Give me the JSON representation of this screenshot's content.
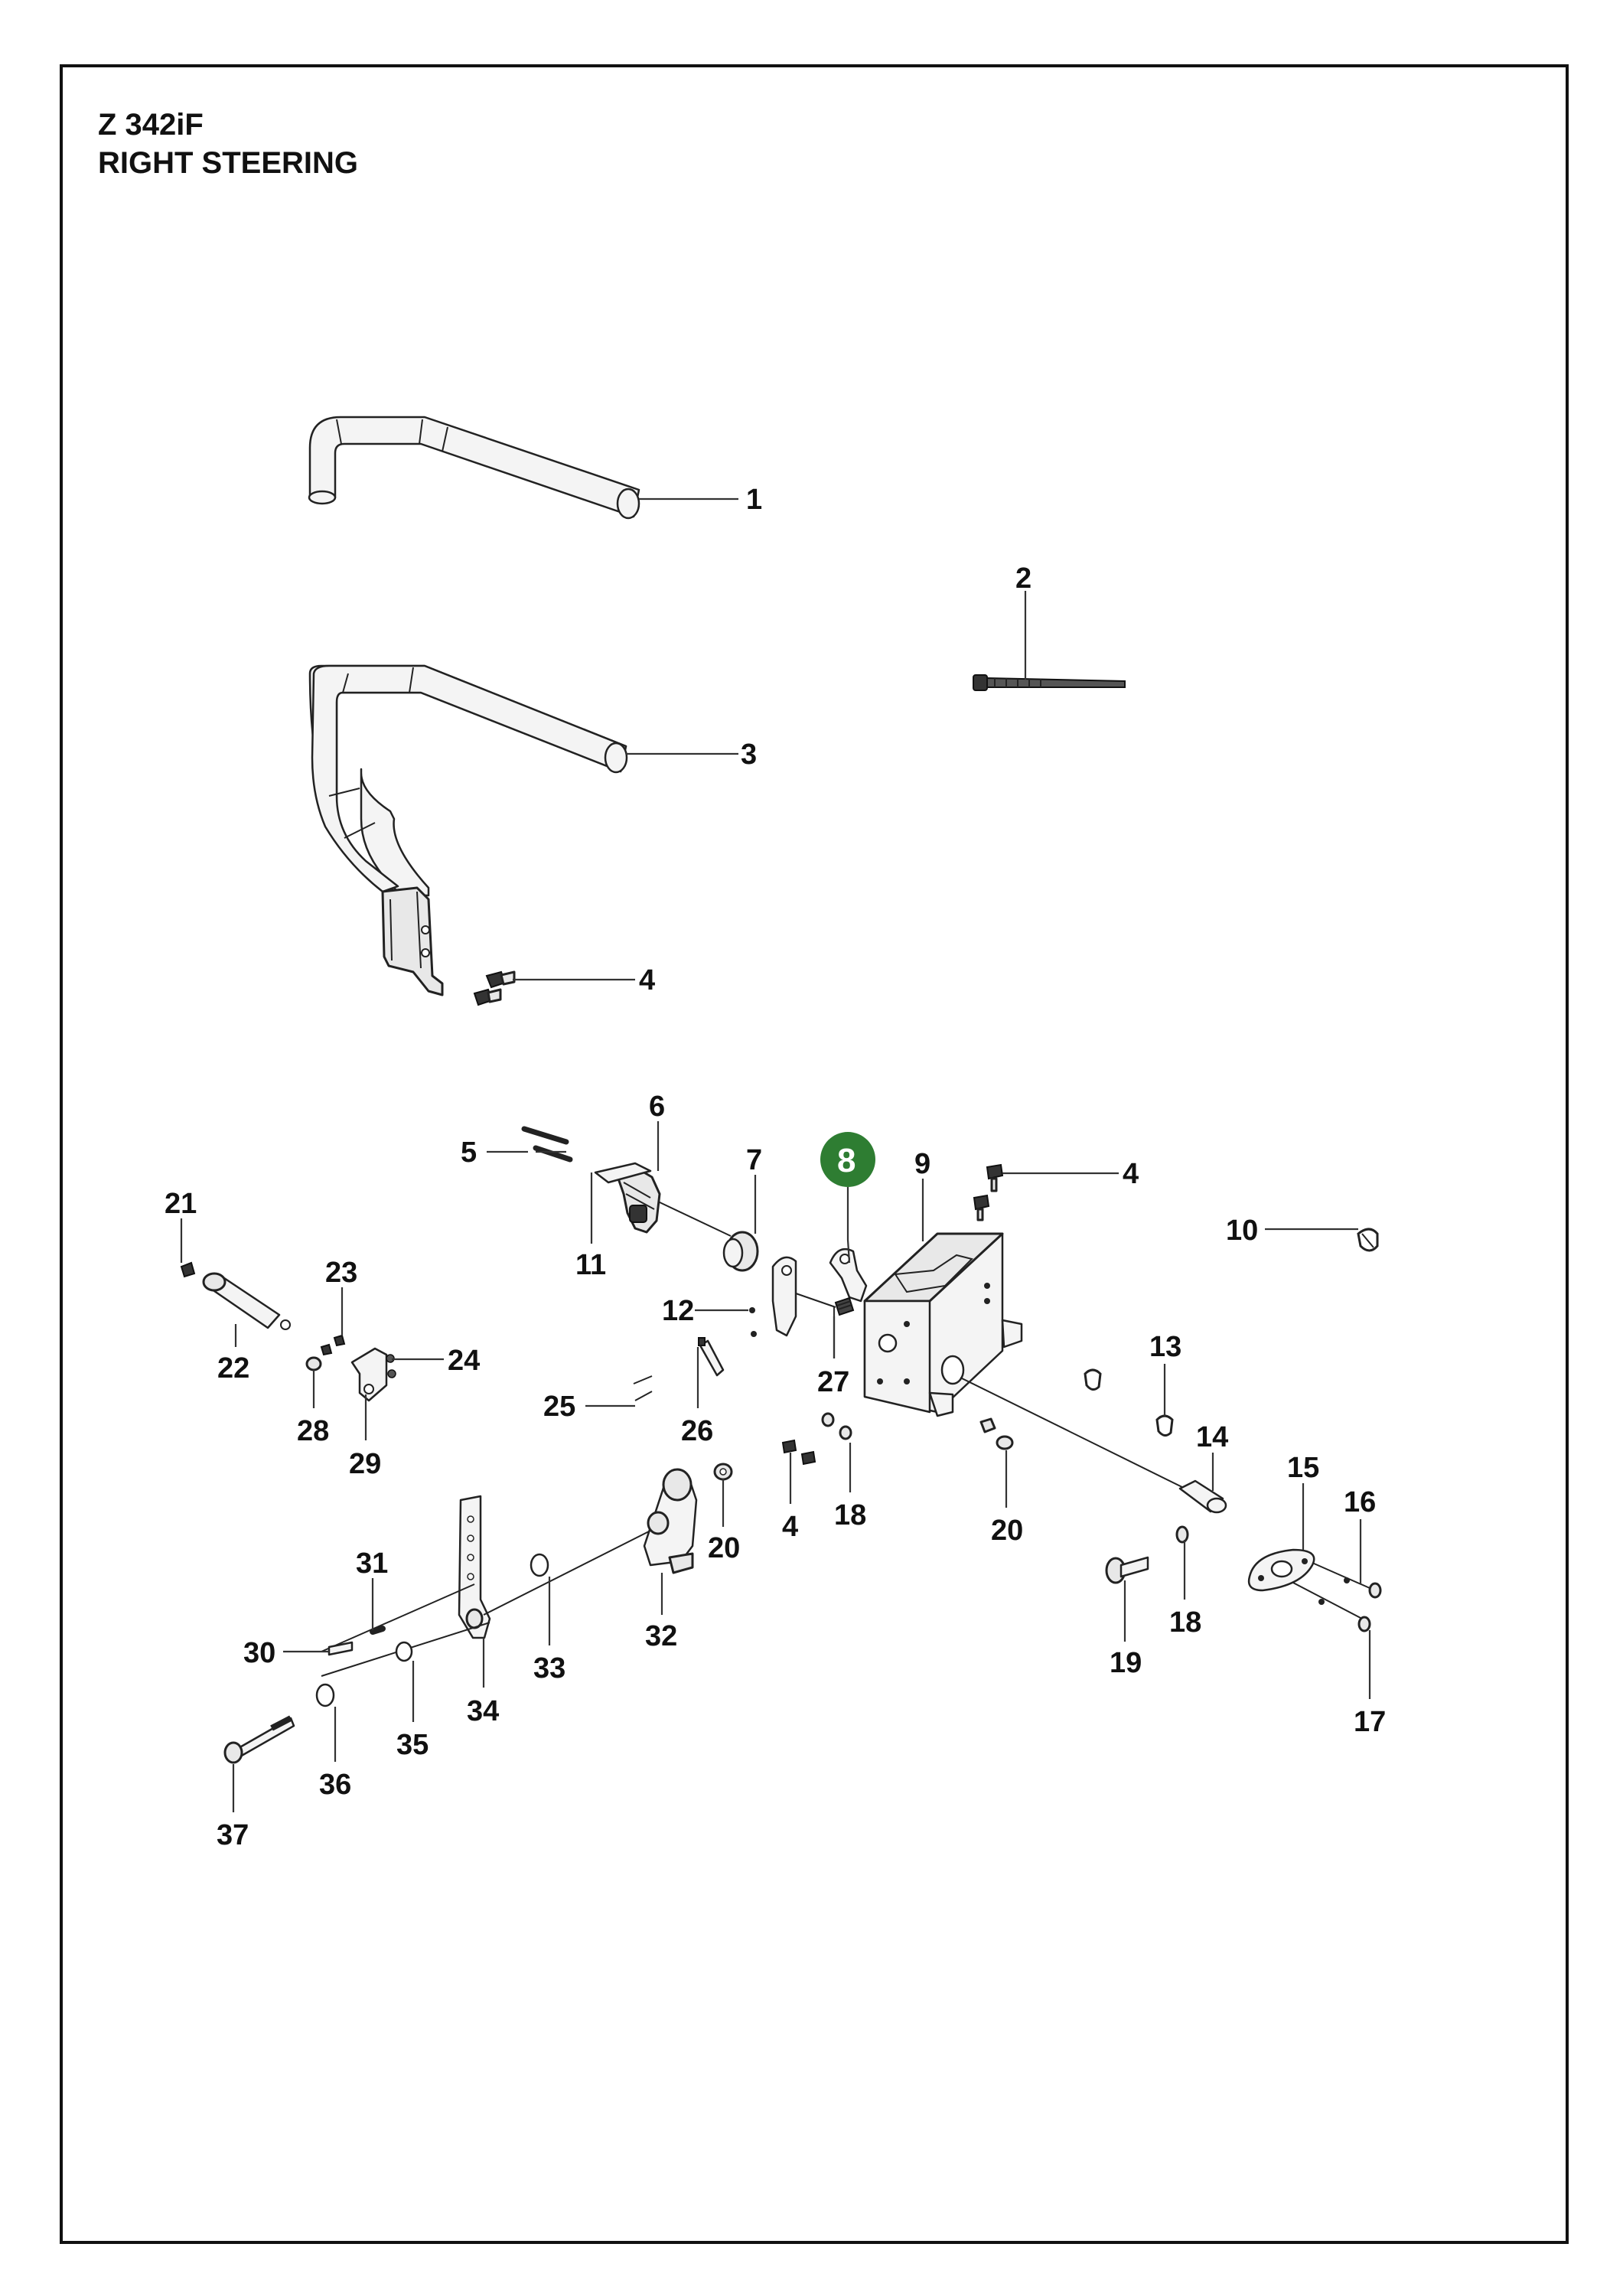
{
  "header": {
    "model": "Z 342iF",
    "section": "RIGHT STEERING"
  },
  "highlight_color": "#2e7d32",
  "callouts": [
    {
      "id": "c1",
      "text": "1"
    },
    {
      "id": "c2",
      "text": "2"
    },
    {
      "id": "c3",
      "text": "3"
    },
    {
      "id": "c4a",
      "text": "4"
    },
    {
      "id": "c5",
      "text": "5"
    },
    {
      "id": "c6",
      "text": "6"
    },
    {
      "id": "c7",
      "text": "7"
    },
    {
      "id": "c8",
      "text": "8",
      "highlighted": true
    },
    {
      "id": "c9",
      "text": "9"
    },
    {
      "id": "c4b",
      "text": "4"
    },
    {
      "id": "c10",
      "text": "10"
    },
    {
      "id": "c11",
      "text": "11"
    },
    {
      "id": "c12",
      "text": "12"
    },
    {
      "id": "c13",
      "text": "13"
    },
    {
      "id": "c14",
      "text": "14"
    },
    {
      "id": "c15",
      "text": "15"
    },
    {
      "id": "c16",
      "text": "16"
    },
    {
      "id": "c17",
      "text": "17"
    },
    {
      "id": "c18a",
      "text": "18"
    },
    {
      "id": "c18b",
      "text": "18"
    },
    {
      "id": "c19",
      "text": "19"
    },
    {
      "id": "c20a",
      "text": "20"
    },
    {
      "id": "c20b",
      "text": "20"
    },
    {
      "id": "c21",
      "text": "21"
    },
    {
      "id": "c22",
      "text": "22"
    },
    {
      "id": "c23",
      "text": "23"
    },
    {
      "id": "c24",
      "text": "24"
    },
    {
      "id": "c25",
      "text": "25"
    },
    {
      "id": "c26",
      "text": "26"
    },
    {
      "id": "c27",
      "text": "27"
    },
    {
      "id": "c28",
      "text": "28"
    },
    {
      "id": "c29",
      "text": "29"
    },
    {
      "id": "c4c",
      "text": "4"
    },
    {
      "id": "c30",
      "text": "30"
    },
    {
      "id": "c31",
      "text": "31"
    },
    {
      "id": "c32",
      "text": "32"
    },
    {
      "id": "c33",
      "text": "33"
    },
    {
      "id": "c34",
      "text": "34"
    },
    {
      "id": "c35",
      "text": "35"
    },
    {
      "id": "c36",
      "text": "36"
    },
    {
      "id": "c37",
      "text": "37"
    }
  ]
}
